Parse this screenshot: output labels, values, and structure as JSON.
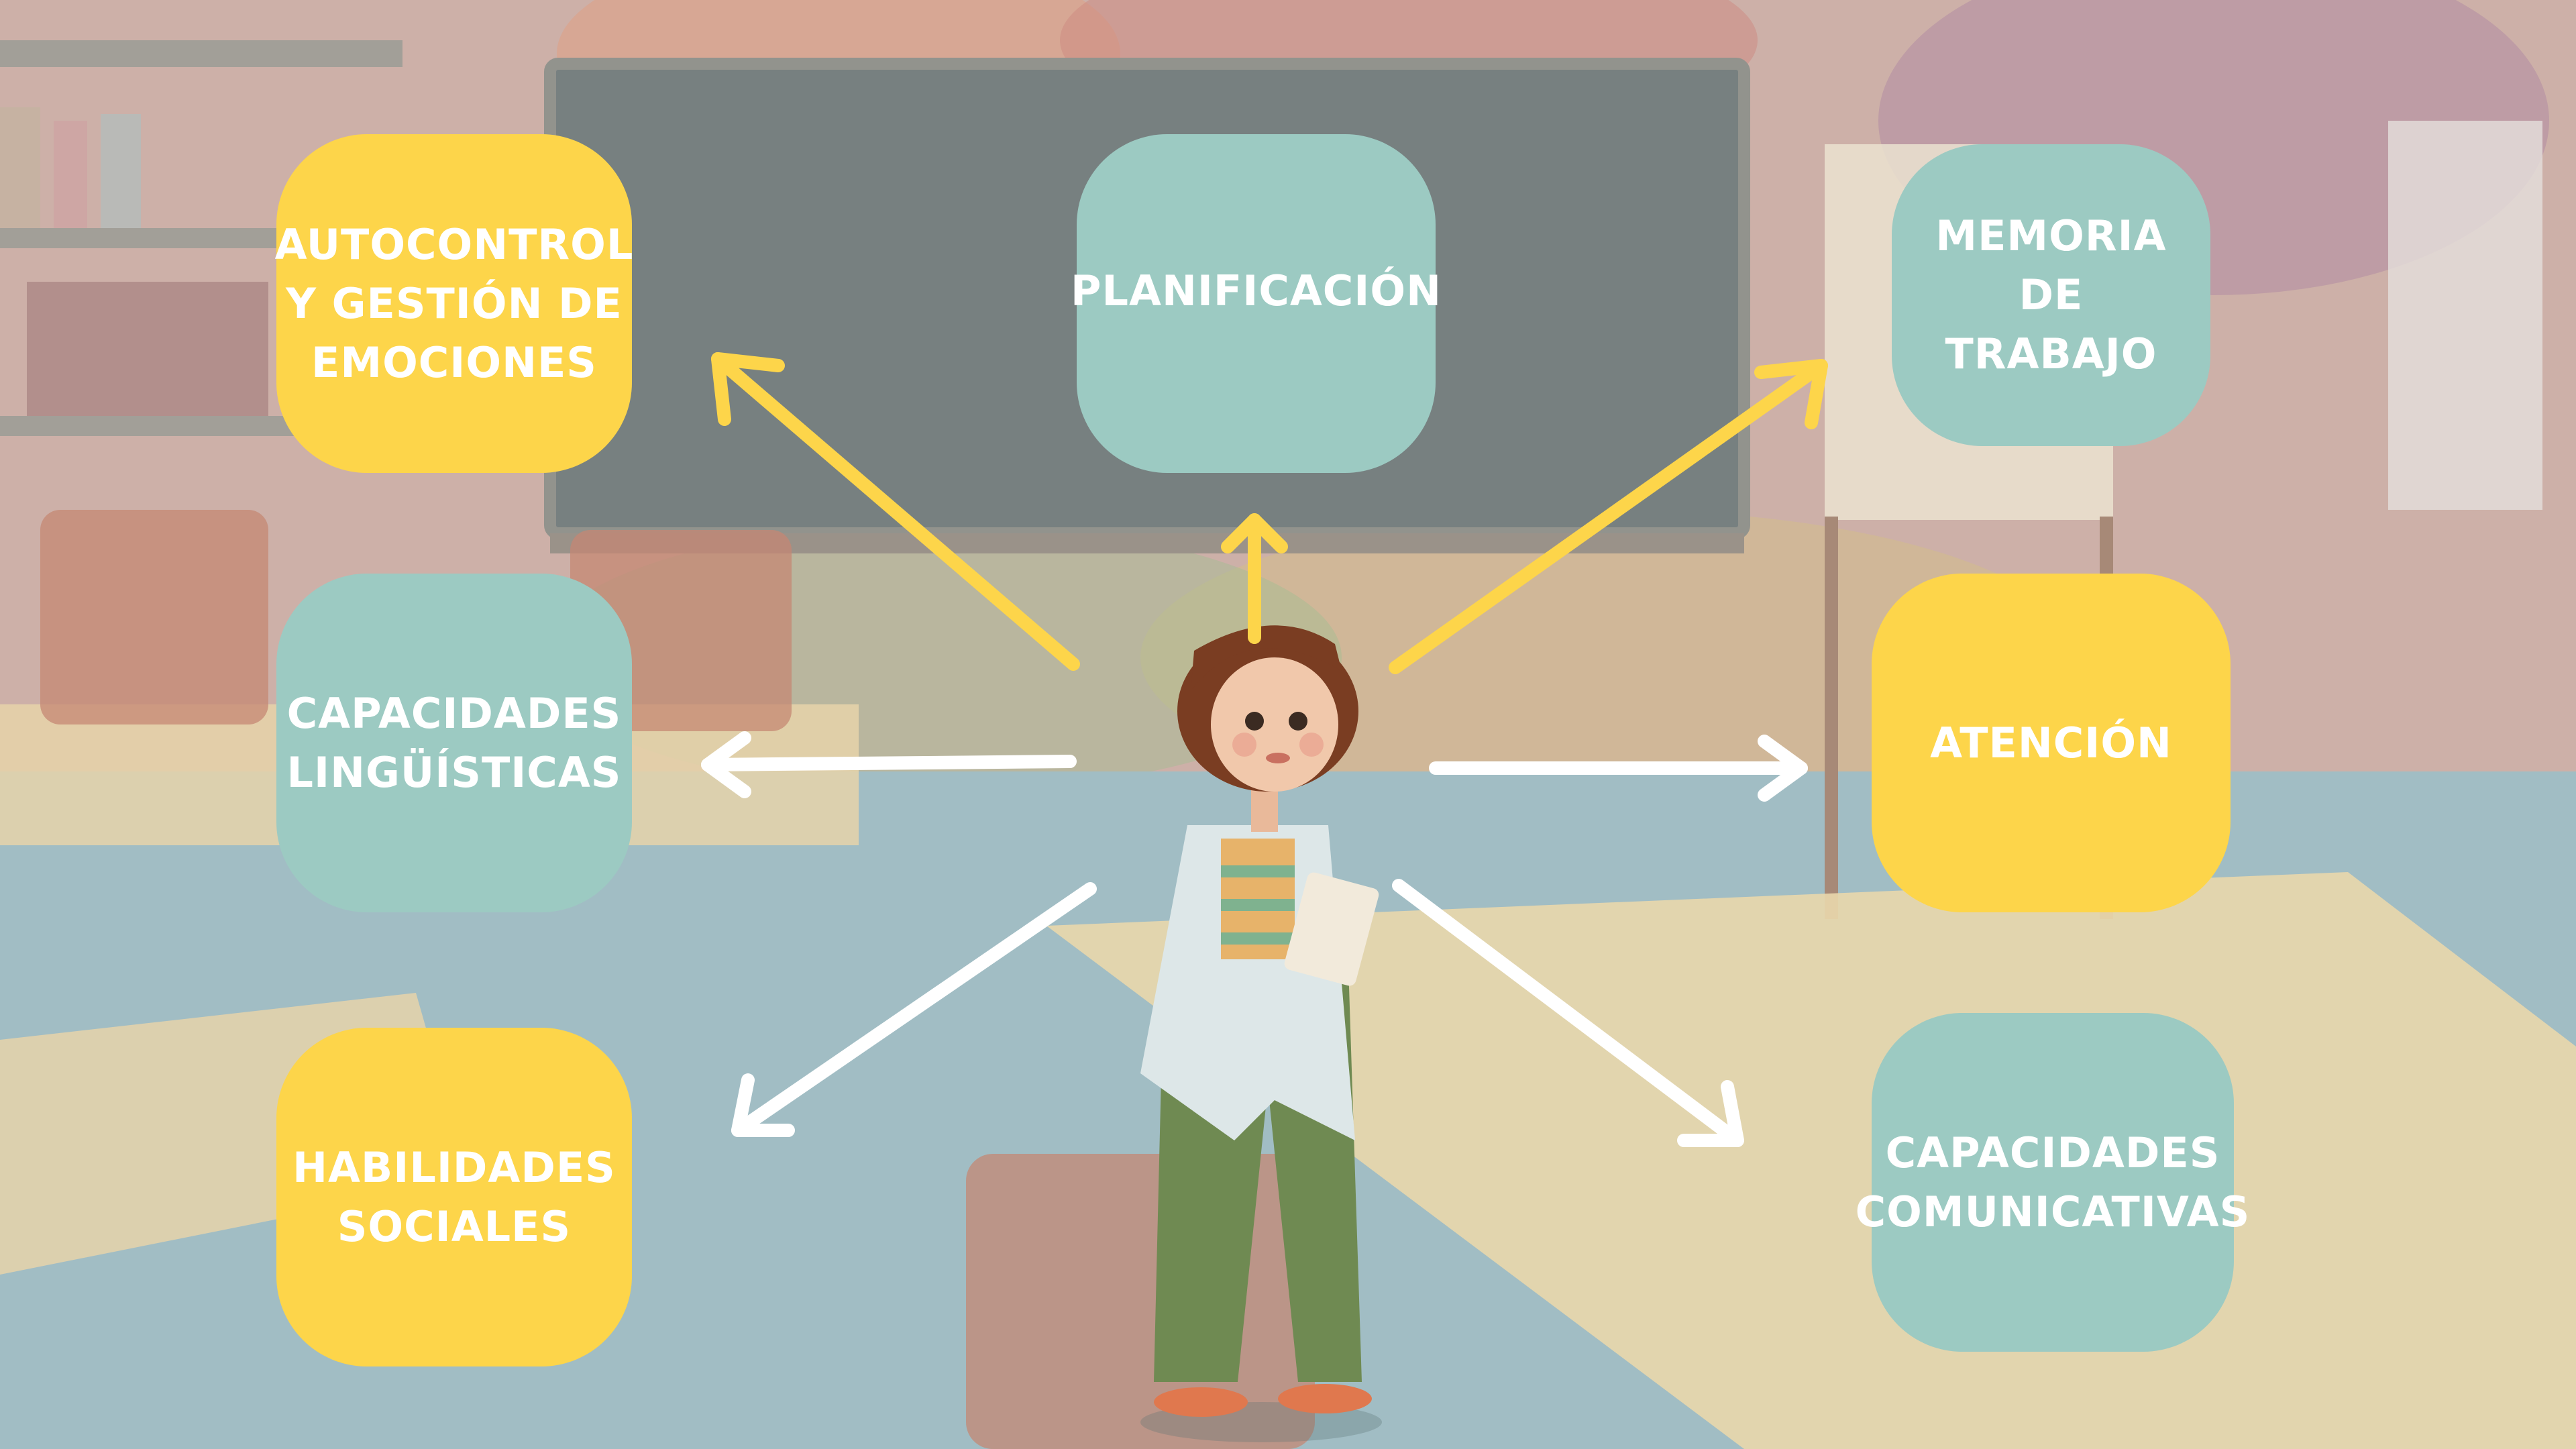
{
  "nodes": {
    "autocontrol": "AUTOCONTROL\nY GESTIÓN DE\nEMOCIONES",
    "planificacion": "PLANIFICACIÓN",
    "memoria": "MEMORIA DE\nTRABAJO",
    "linguisticas": "CAPACIDADES\nLINGÜÍSTICAS",
    "atencion": "ATENCIÓN",
    "sociales": "HABILIDADES\nSOCIALES",
    "comunicativas": "CAPACIDADES\nCOMUNICATIVAS"
  },
  "colors": {
    "yellow_node": "#fdd54a",
    "teal_node": "#9ccac2",
    "yellow_arrow": "#fdd54a",
    "white_arrow": "#ffffff"
  }
}
